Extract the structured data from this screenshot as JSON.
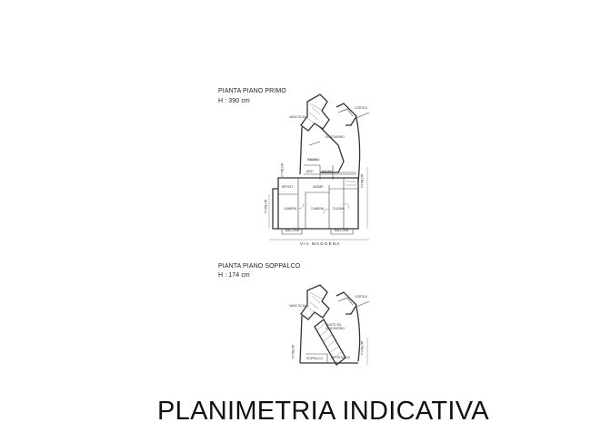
{
  "plan_first": {
    "title": "PIANTA PIANO PRIMO",
    "height": "H : 390 cm",
    "labels": {
      "vano_scala": "VANO SCALA",
      "cortile": "CORTILE",
      "soggiorno": "SOGGIORNO",
      "bagno": "BAGNO",
      "antibagno": "ANTI",
      "bagno2": "BAGNO",
      "ripost": "RIPOST.",
      "camera1": "CAMERA",
      "camera2": "CAMERA",
      "cucina": "CUCINA",
      "disimp": "DISIMP.",
      "balcone1": "BALCONE",
      "balcone2": "BALCONE",
      "aff_left": "ALTRA U.I.",
      "aff_right": "ALTRA U.I.",
      "aff_far_left": "ALTRA U.I."
    },
    "street": "VIA MAGGENA"
  },
  "plan_mezzanine": {
    "title": "PIANTA PIANO SOPPALCO",
    "height": "H : 174 cm",
    "labels": {
      "vano_scala": "VANO SCALA",
      "cortile": "CORTILE",
      "vuoto": "VUOTO SU SOGGIORNO",
      "soppalco": "SOPPALCO",
      "ripostiglio": "RIPOSTIGLIO",
      "aff_left": "ALTRA U.I.",
      "aff_right": "ALTRA U.I."
    }
  },
  "caption": "PLANIMETRIA INDICATIVA"
}
